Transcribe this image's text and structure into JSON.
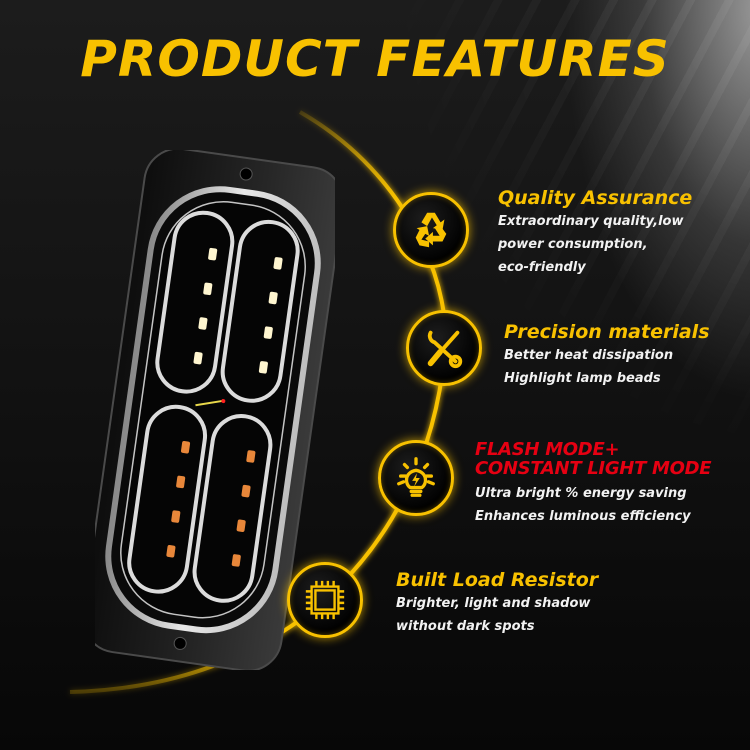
{
  "page": {
    "title": "PRODUCT FEATURES",
    "colors": {
      "accent": "#f8c100",
      "highlight": "#e60012",
      "text": "#f2f2f2",
      "background": "#0b0b0b"
    }
  },
  "product": {
    "name": "LED strobe warning light",
    "icon": "led-lamp-image"
  },
  "features": [
    {
      "icon": "recycle-icon",
      "title": "Quality Assurance",
      "lines": [
        "Extraordinary quality,low",
        "power consumption,",
        "eco-friendly"
      ]
    },
    {
      "icon": "wrench-screwdriver-icon",
      "title": "Precision materials",
      "lines": [
        "Better heat dissipation",
        "Highlight lamp beads"
      ]
    },
    {
      "icon": "lightbulb-bolt-icon",
      "title_lines": [
        "FLASH MODE+",
        "CONSTANT LIGHT MODE"
      ],
      "lines": [
        "Ultra bright % energy saving",
        "Enhances luminous efficiency"
      ]
    },
    {
      "icon": "chip-icon",
      "title": "Built Load Resistor",
      "lines": [
        "Brighter, light and shadow",
        "without dark spots"
      ]
    }
  ]
}
